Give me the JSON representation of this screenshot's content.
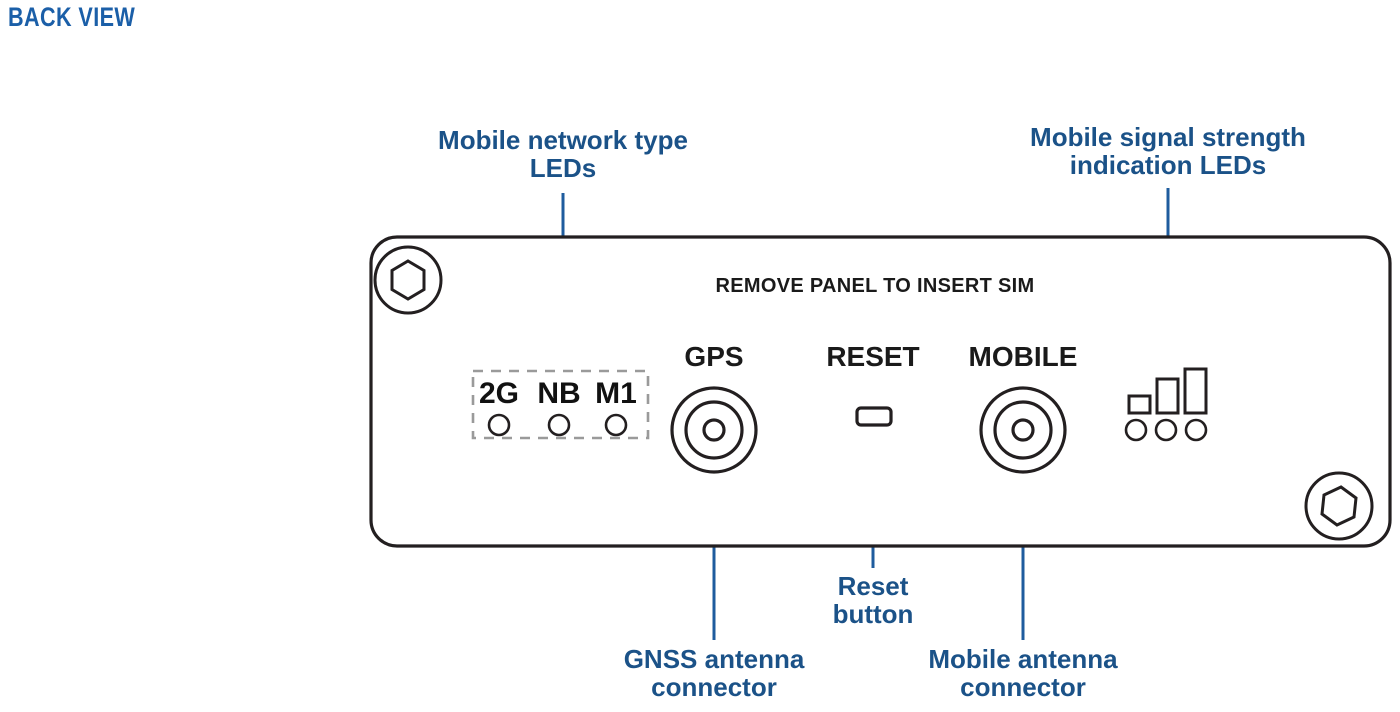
{
  "title": "BACK VIEW",
  "colors": {
    "callout_text": "#1b5288",
    "title": "#1b5fa8",
    "leader_line": "#1f5c9e",
    "panel_stroke": "#231f20",
    "dashed_box": "#9a9a9a",
    "background": "#ffffff"
  },
  "callouts": {
    "network_type_leds": "Mobile network type\nLEDs",
    "signal_strength_leds": "Mobile signal strength\nindication LEDs",
    "gnss_connector": "GNSS  antenna\nconnector",
    "reset_button": "Reset\nbutton",
    "mobile_connector": "Mobile antenna\nconnector"
  },
  "panel": {
    "sim_instruction": "REMOVE PANEL TO INSERT SIM",
    "network_leds": {
      "labels": [
        "2G",
        "NB",
        "M1"
      ],
      "led_count": 3
    },
    "ports": {
      "gps": "GPS",
      "reset": "RESET",
      "mobile": "MOBILE"
    },
    "signal_indicator": {
      "bar_count": 3,
      "led_count": 3
    },
    "screws": 2
  }
}
